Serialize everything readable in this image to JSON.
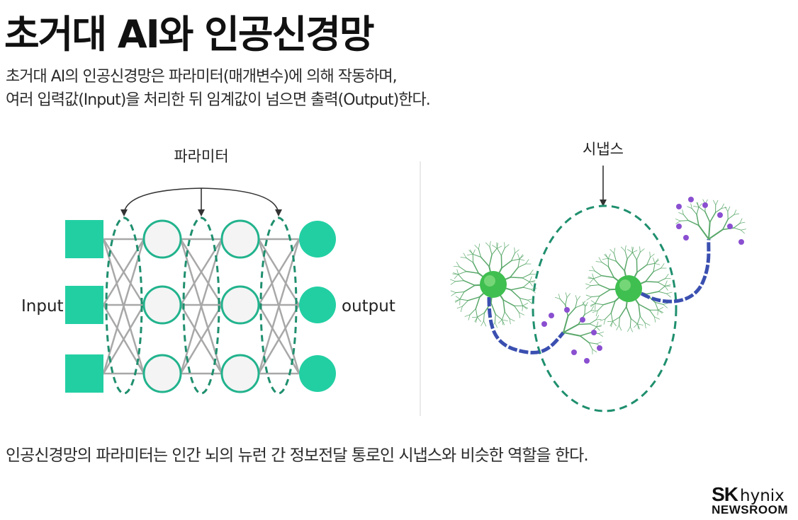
{
  "title": "초거대 AI와 인공신경망",
  "description": [
    "초거대 AI의 인공신경망은 파라미터(매개변수)에 의해 작동하며,",
    "여러 입력값(Input)을 처리한 뒤 임계값이 넘으면 출력(Output)한다."
  ],
  "network": {
    "parameter_label": "파라미터",
    "input_label": "Input",
    "output_label": "output"
  },
  "neuron": {
    "synapse_label": "시냅스"
  },
  "footer": "인공신경망의 파라미터는 인간 뇌의 뉴런 간 정보전달 통로인 시냅스와 비슷한 역할을 한다.",
  "logo": {
    "brand": "SK",
    "sub": "hynix",
    "line2": "NEWSROOM"
  },
  "colors": {
    "teal": "#22cfa3",
    "teal_dark": "#1e9a7a",
    "dashed": "#1f8f6e",
    "edge": "#a8a8a8",
    "node_fill": "#f4f4f4",
    "axon": "#3a4fb0",
    "dendrite": "#5aa86a",
    "terminal": "#8a4fd0"
  }
}
